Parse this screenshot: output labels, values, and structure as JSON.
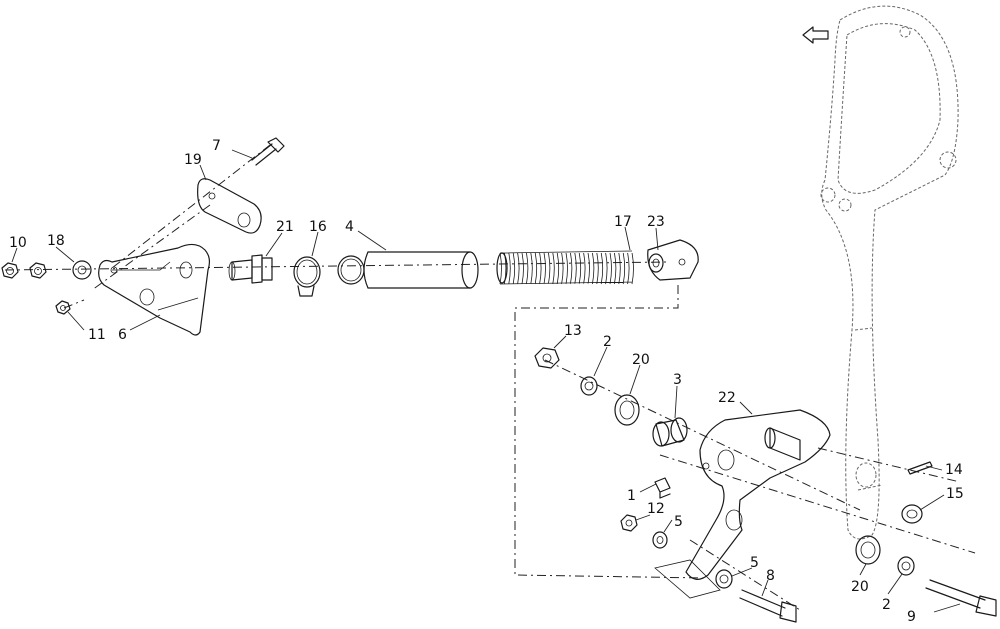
{
  "diagram": {
    "callouts": {
      "c7": "7",
      "c19": "19",
      "c10": "10",
      "c18": "18",
      "c11": "11",
      "c6": "6",
      "c21": "21",
      "c16": "16",
      "c4": "4",
      "c17": "17",
      "c23": "23",
      "c13": "13",
      "c2a": "2",
      "c20a": "20",
      "c3": "3",
      "c22": "22",
      "c1": "1",
      "c12": "12",
      "c5a": "5",
      "c5b": "5",
      "c8": "8",
      "c14": "14",
      "c15": "15",
      "c20b": "20",
      "c2b": "2",
      "c9": "9"
    }
  }
}
